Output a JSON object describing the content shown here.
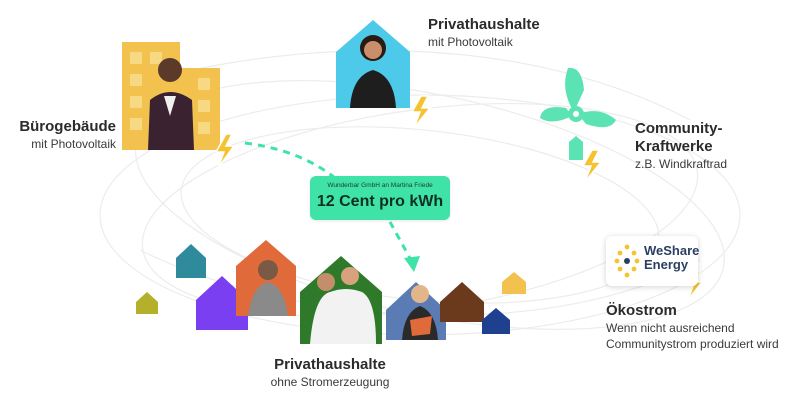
{
  "nodes": {
    "office": {
      "title": "Bürogebäude",
      "subtitle": "mit Photovoltaik"
    },
    "private_pv": {
      "title": "Privathaushalte",
      "subtitle": "mit Photovoltaik"
    },
    "community": {
      "title_line1": "Community-",
      "title_line2": "Kraftwerke",
      "subtitle": "z.B. Windkraftrad"
    },
    "oekostrom": {
      "title": "Ökostrom",
      "subtitle_line1": "Wenn nicht ausreichend",
      "subtitle_line2": "Communitystrom produziert wird"
    },
    "private_none": {
      "title": "Privathaushalte",
      "subtitle": "ohne Stromerzeugung"
    }
  },
  "transfer": {
    "caption": "Wunderbar GmbH an Martina Friede",
    "price": "12 Cent pro kWh"
  },
  "logo": {
    "line1": "WeShare",
    "line2": "Energy"
  },
  "colors": {
    "accent_green": "#3fe3a8",
    "bolt_yellow": "#f5c330",
    "building_yellow": "#f2c14e",
    "sky_blue": "#4dc9ea",
    "turbine_mint": "#5be3b4",
    "house_purple": "#7a3ff0",
    "house_teal": "#2f8a9c",
    "house_olive": "#b5b02a",
    "house_orange": "#e06a3a",
    "house_green": "#2f7a2a",
    "house_slate": "#5b7bb5",
    "house_brown": "#6b3a1c",
    "house_navy": "#1f3f8f"
  },
  "icons": [
    "bolt-icon",
    "wind-turbine-icon",
    "house-icon",
    "office-building-icon",
    "person-photo"
  ]
}
